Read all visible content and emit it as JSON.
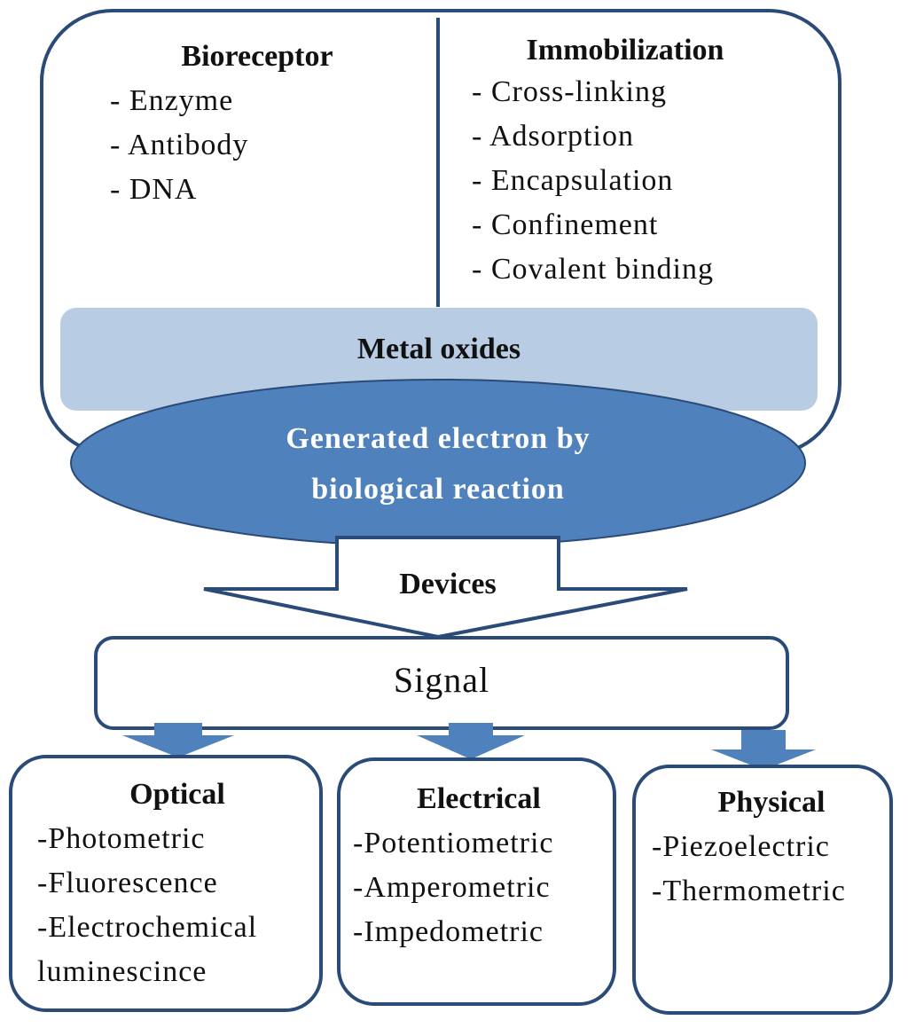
{
  "top": {
    "bioreceptor": {
      "title": "Bioreceptor",
      "items": [
        "- Enzyme",
        "- Antibody",
        "- DNA"
      ]
    },
    "immobilization": {
      "title": "Immobilization",
      "items": [
        "- Cross-linking",
        "- Adsorption",
        "- Encapsulation",
        "- Confinement",
        "- Covalent binding"
      ]
    },
    "metal_oxides": "Metal oxides",
    "electron": {
      "line1": "Generated electron by",
      "line2": "biological reaction"
    }
  },
  "devices_label": "Devices",
  "signal_label": "Signal",
  "categories": {
    "optical": {
      "title": "Optical",
      "items": [
        "-Photometric",
        "-Fluorescence",
        "-Electrochemical",
        "luminescince"
      ]
    },
    "electrical": {
      "title": "Electrical",
      "items": [
        "-Potentiometric",
        "-Amperometric",
        "-Impedometric"
      ]
    },
    "physical": {
      "title": "Physical",
      "items": [
        "-Piezoelectric",
        "-Thermometric"
      ]
    }
  },
  "colors": {
    "border": "#2a4a78",
    "metal_oxide_fill": "#b8cce4",
    "ellipse_fill": "#4f81bd",
    "arrow_fill": "#4f81bd"
  }
}
